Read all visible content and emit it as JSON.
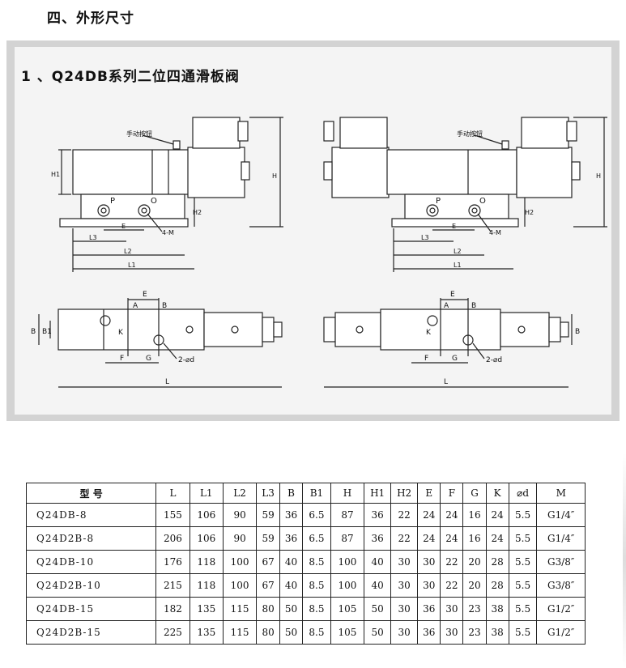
{
  "heading": "四、外形尺寸",
  "drawing": {
    "title": "1  、Q24DB系列二位四通滑板阀",
    "labels": {
      "manual_button": "手动按钮",
      "P": "P",
      "O": "O",
      "E": "E",
      "A": "A",
      "B": "B",
      "K": "K",
      "F": "F",
      "G": "G",
      "L": "L",
      "L1": "L1",
      "L2": "L2",
      "L3": "L3",
      "H": "H",
      "H1": "H1",
      "H2": "H2",
      "B_dim": "B",
      "B1": "B1",
      "four_M": "4-M",
      "two_phi_d": "2-⌀d"
    }
  },
  "table": {
    "headers": [
      "型  号",
      "L",
      "L1",
      "L2",
      "L3",
      "B",
      "B1",
      "H",
      "H1",
      "H2",
      "E",
      "F",
      "G",
      "K",
      "⌀d",
      "M"
    ],
    "rows": [
      [
        "Q24DB-8",
        "155",
        "106",
        "90",
        "59",
        "36",
        "6.5",
        "87",
        "36",
        "22",
        "24",
        "24",
        "16",
        "24",
        "5.5",
        "G1/4″"
      ],
      [
        "Q24D2B-8",
        "206",
        "106",
        "90",
        "59",
        "36",
        "6.5",
        "87",
        "36",
        "22",
        "24",
        "24",
        "16",
        "24",
        "5.5",
        "G1/4″"
      ],
      [
        "Q24DB-10",
        "176",
        "118",
        "100",
        "67",
        "40",
        "8.5",
        "100",
        "40",
        "30",
        "30",
        "22",
        "20",
        "28",
        "5.5",
        "G3/8″"
      ],
      [
        "Q24D2B-10",
        "215",
        "118",
        "100",
        "67",
        "40",
        "8.5",
        "100",
        "40",
        "30",
        "30",
        "22",
        "20",
        "28",
        "5.5",
        "G3/8″"
      ],
      [
        "Q24DB-15",
        "182",
        "135",
        "115",
        "80",
        "50",
        "8.5",
        "105",
        "50",
        "30",
        "36",
        "30",
        "23",
        "38",
        "5.5",
        "G1/2″"
      ],
      [
        "Q24D2B-15",
        "225",
        "135",
        "115",
        "80",
        "50",
        "8.5",
        "105",
        "50",
        "30",
        "36",
        "30",
        "23",
        "38",
        "5.5",
        "G1/2″"
      ]
    ]
  }
}
